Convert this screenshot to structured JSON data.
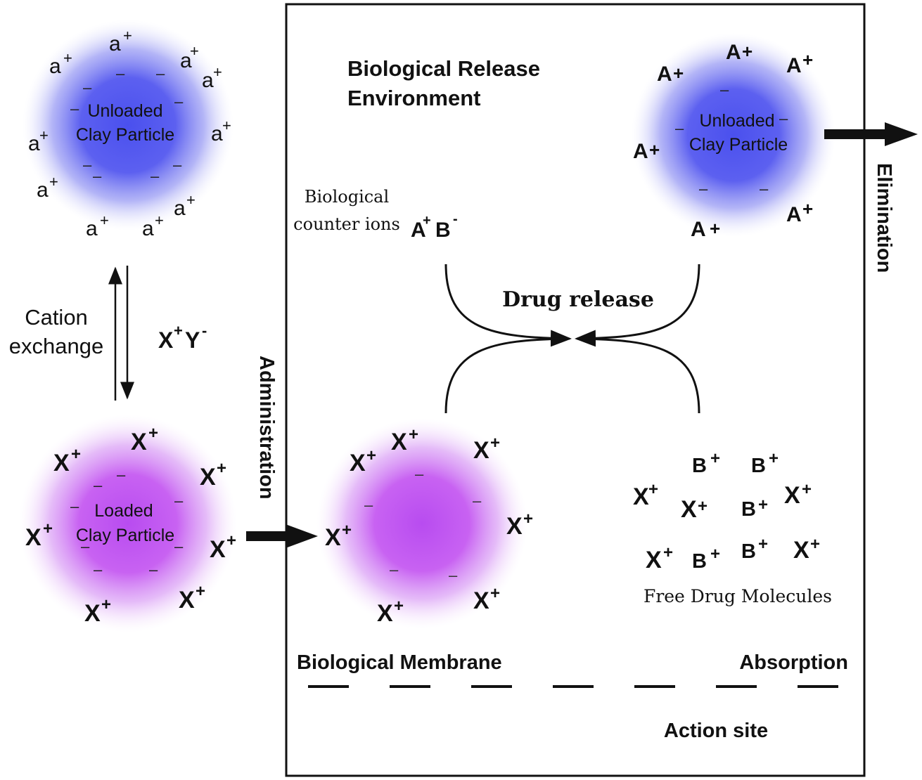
{
  "unloaded_left": {
    "label_line1": "Unloaded",
    "label_line2": "Clay Particle",
    "ion": "a",
    "ion_charge": "+"
  },
  "loaded_left": {
    "label_line1": "Loaded",
    "label_line2": "Clay Particle",
    "ion": "X",
    "ion_charge": "+"
  },
  "cation_exchange": {
    "line1": "Cation",
    "line2": "exchange",
    "reagent_cation": "X",
    "reagent_cation_charge": "+",
    "reagent_anion": "Y",
    "reagent_anion_charge": "-"
  },
  "administration_label": "Administration",
  "elimination_label": "Elimination",
  "environment": {
    "title_line1": "Biological Release",
    "title_line2": "Environment",
    "counter_ions_line1": "Biological",
    "counter_ions_line2": "counter ions",
    "counter_cation": "A",
    "counter_cation_charge": "+",
    "counter_anion": "B",
    "counter_anion_charge": "-",
    "drug_release_label": "Drug release",
    "free_drug_label": "Free Drug Molecules",
    "membrane_label": "Biological Membrane",
    "absorption_label": "Absorption",
    "action_site_label": "Action site"
  },
  "unloaded_right": {
    "label_line1": "Unloaded",
    "label_line2": "Clay Particle",
    "ion": "A",
    "ion_charge": "+"
  },
  "free_drug": {
    "drug_ion": "X",
    "counter_ion": "B",
    "charge": "+"
  },
  "minus_sign": "–",
  "colors": {
    "unloaded_particle": "#5a5ef0",
    "loaded_particle": "#c35cf2",
    "ink": "#111111"
  }
}
